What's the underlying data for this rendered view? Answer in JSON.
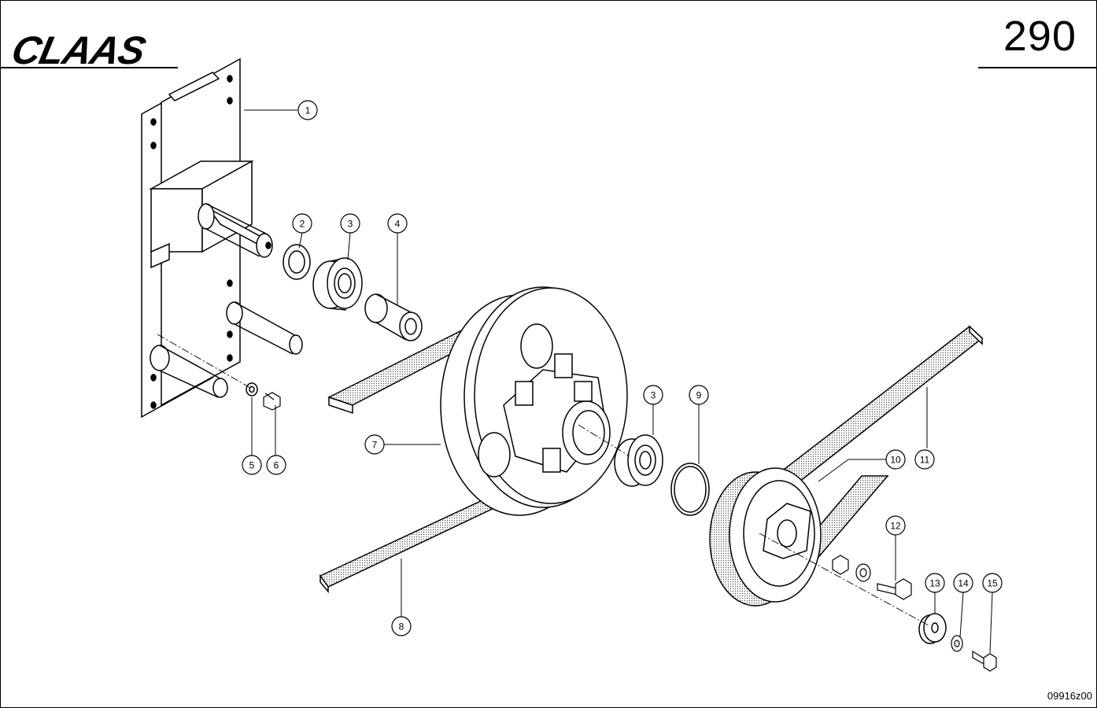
{
  "header": {
    "brand": "CLAAS",
    "page_number": "290"
  },
  "footer": {
    "drawing_id": "09916z00"
  },
  "callouts": [
    {
      "label": "1"
    },
    {
      "label": "2"
    },
    {
      "label": "3"
    },
    {
      "label": "4"
    },
    {
      "label": "5"
    },
    {
      "label": "6"
    },
    {
      "label": "7"
    },
    {
      "label": "3"
    },
    {
      "label": "9"
    },
    {
      "label": "10"
    },
    {
      "label": "11"
    },
    {
      "label": "8"
    },
    {
      "label": "12"
    },
    {
      "label": "13"
    },
    {
      "label": "14"
    },
    {
      "label": "15"
    }
  ],
  "colors": {
    "ink": "#000000",
    "paper": "#ffffff",
    "belt_shade": "#9a9a9a"
  }
}
